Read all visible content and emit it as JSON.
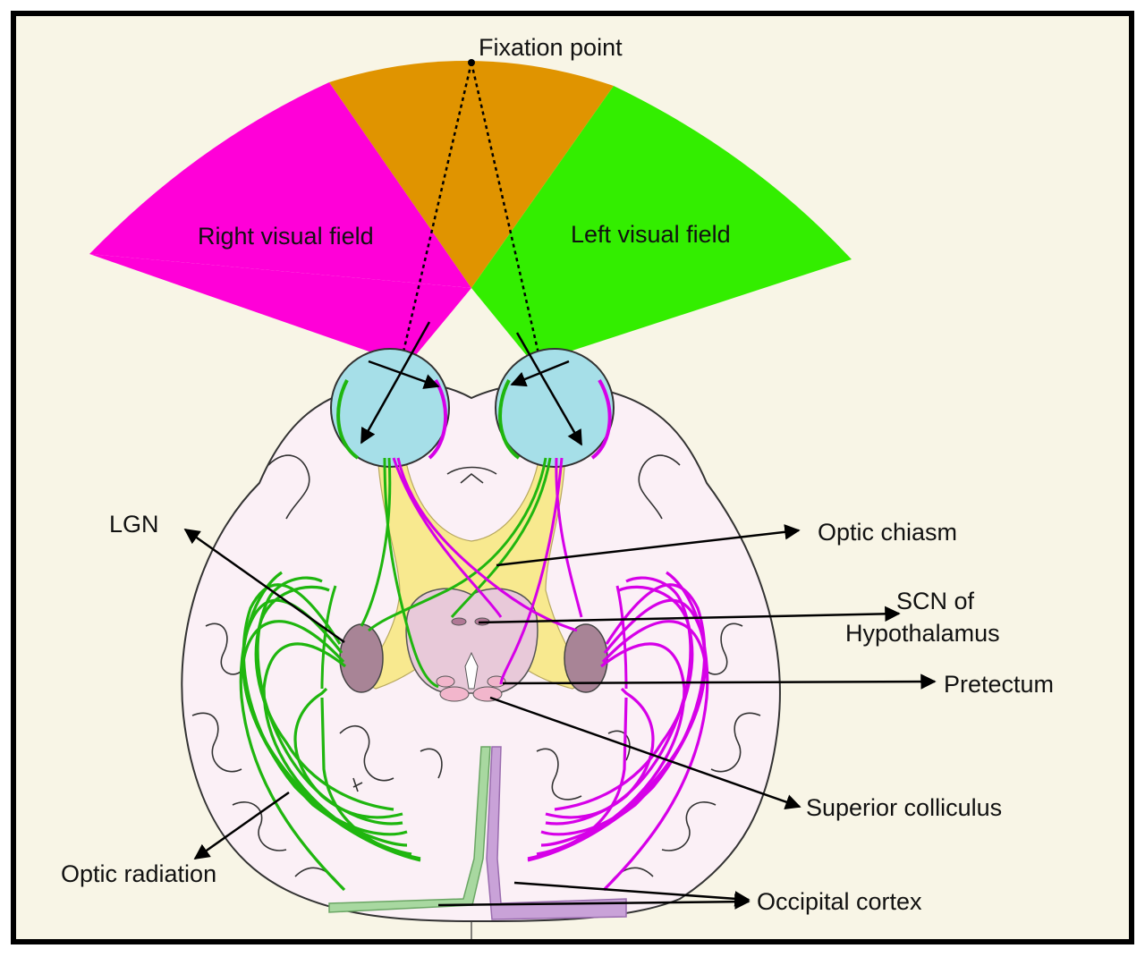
{
  "labels": {
    "fixation_point": "Fixation point",
    "right_visual_field": "Right visual field",
    "left_visual_field": "Left visual field",
    "lgn": "LGN",
    "optic_chiasm": "Optic chiasm",
    "scn_line1": "SCN of",
    "scn_line2": "Hypothalamus",
    "pretectum": "Pretectum",
    "superior_colliculus": "Superior colliculus",
    "optic_radiation": "Optic radiation",
    "occipital_cortex": "Occipital cortex"
  },
  "colors": {
    "right_field": "#ff00d8",
    "center_field": "#e09400",
    "left_field": "#33ee00",
    "eye": "#a6dfe8",
    "brain": "#fbf0f6",
    "optic_tract": "#f8e98f",
    "green_fiber": "#1fb60f",
    "magenta_fiber": "#d600e8",
    "lgn": "#a88496"
  }
}
